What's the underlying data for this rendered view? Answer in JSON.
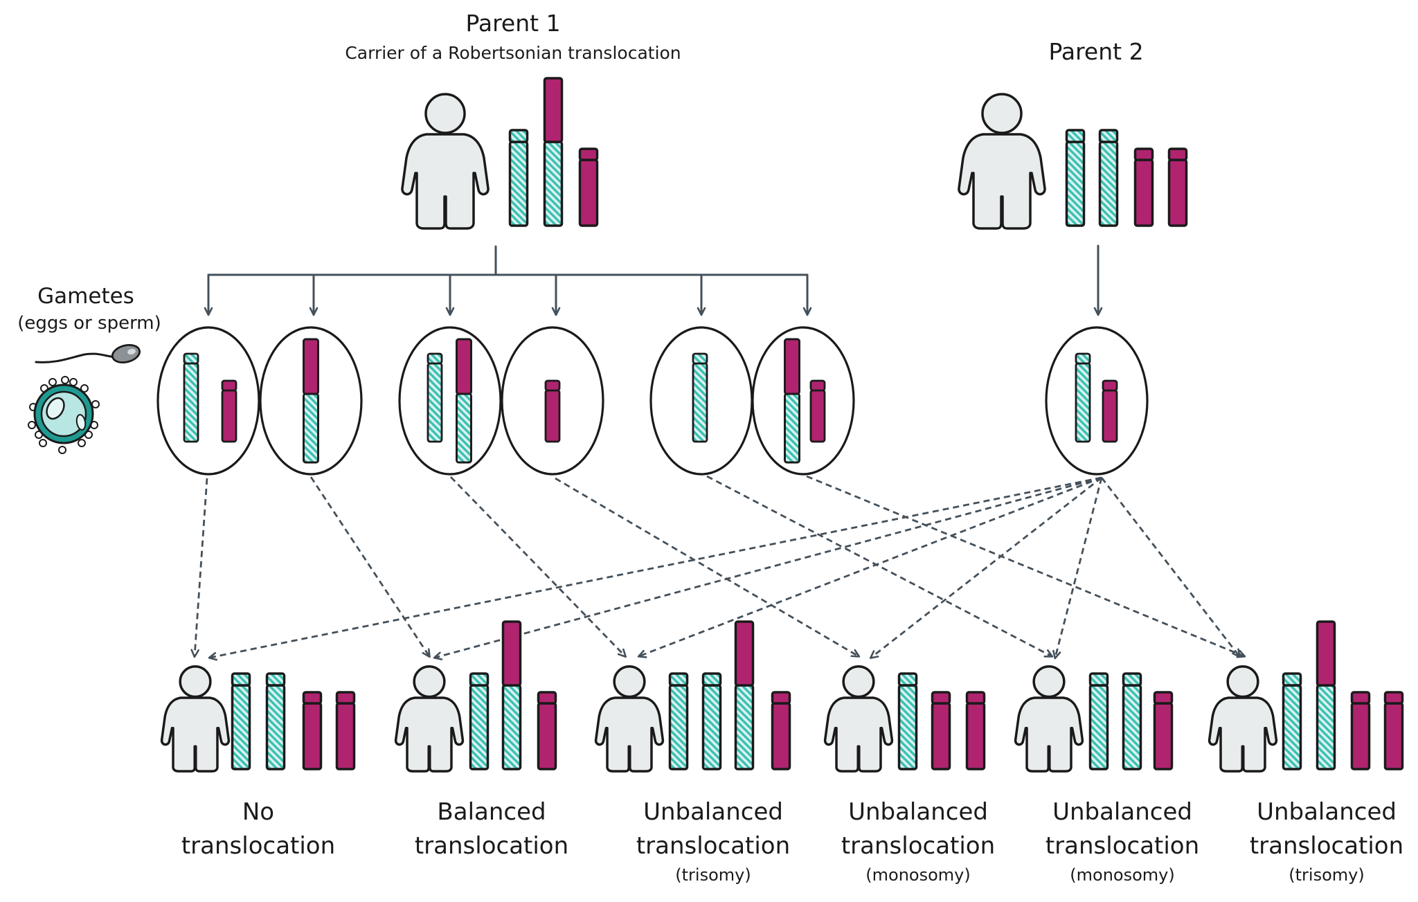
{
  "parent1": {
    "title": "Parent 1",
    "subtitle": "Carrier of a Robertsonian translocation"
  },
  "parent2": {
    "title": "Parent 2"
  },
  "gametes": {
    "title": "Gametes",
    "subtitle": "(eggs or sperm)"
  },
  "offspring": [
    {
      "line1": "No",
      "line2": "translocation",
      "note": ""
    },
    {
      "line1": "Balanced",
      "line2": "translocation",
      "note": ""
    },
    {
      "line1": "Unbalanced",
      "line2": "translocation",
      "note": "(trisomy)"
    },
    {
      "line1": "Unbalanced",
      "line2": "translocation",
      "note": "(monosomy)"
    },
    {
      "line1": "Unbalanced",
      "line2": "translocation",
      "note": "(monosomy)"
    },
    {
      "line1": "Unbalanced",
      "line2": "translocation",
      "note": "(trisomy)"
    }
  ],
  "colors": {
    "teal": "#3bbfb2",
    "teal_hatch": "#d9f3f0",
    "magenta": "#b0246f",
    "person_fill": "#e9ecec",
    "outline": "#1a1a1a",
    "arrow": "#44505a",
    "cell_fill": "#b7e6e3",
    "cell_ring": "#1e9a91",
    "sperm": "#8c9196"
  },
  "icons": [
    "person-icon",
    "sperm-icon",
    "egg-cell-icon"
  ]
}
